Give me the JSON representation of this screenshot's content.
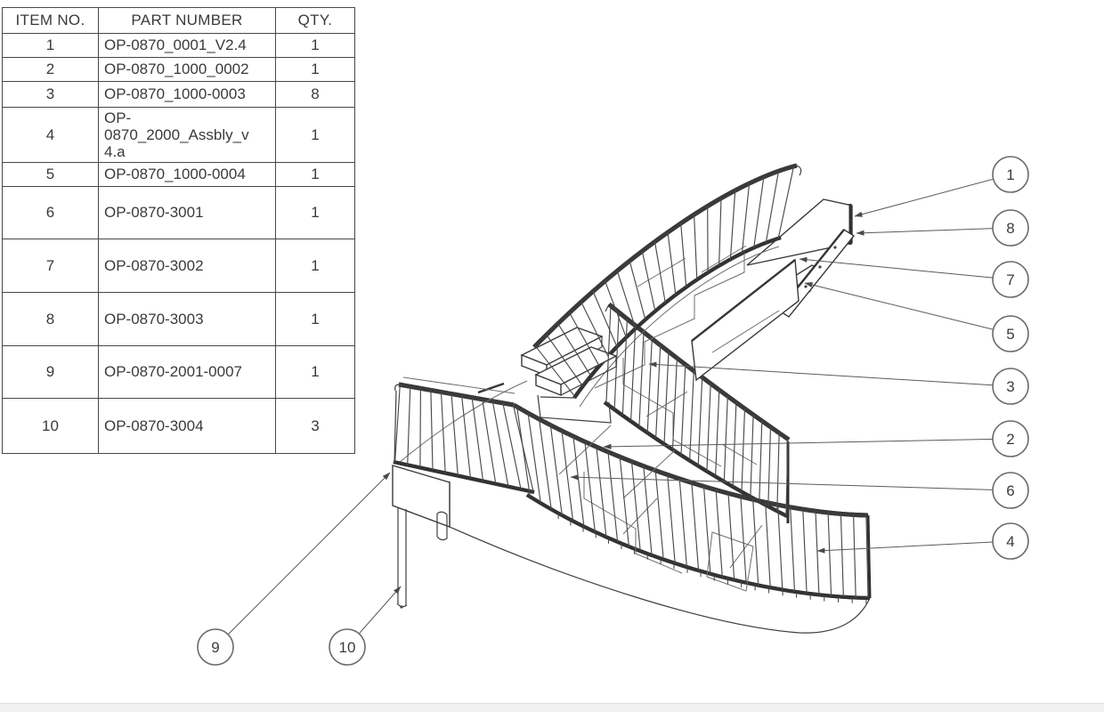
{
  "table": {
    "headers": [
      "ITEM NO.",
      "PART NUMBER",
      "QTY."
    ],
    "rows": [
      {
        "item": "1",
        "part": "OP-0870_0001_V2.4",
        "qty": "1"
      },
      {
        "item": "2",
        "part": "OP-0870_1000_0002",
        "qty": "1"
      },
      {
        "item": "3",
        "part": "OP-0870_1000-0003",
        "qty": "8"
      },
      {
        "item": "4",
        "part": "OP-\n0870_2000_Assbly_v\n4.a",
        "qty": "1"
      },
      {
        "item": "5",
        "part": "OP-0870_1000-0004",
        "qty": "1"
      },
      {
        "item": "6",
        "part": "OP-0870-3001",
        "qty": "1"
      },
      {
        "item": "7",
        "part": "OP-0870-3002",
        "qty": "1"
      },
      {
        "item": "8",
        "part": "OP-0870-3003",
        "qty": "1"
      },
      {
        "item": "9",
        "part": "OP-0870-2001-0007",
        "qty": "1"
      },
      {
        "item": "10",
        "part": "OP-0870-3004",
        "qty": "3"
      }
    ]
  },
  "balloons": [
    {
      "label": "1"
    },
    {
      "label": "8"
    },
    {
      "label": "7"
    },
    {
      "label": "5"
    },
    {
      "label": "3"
    },
    {
      "label": "2"
    },
    {
      "label": "6"
    },
    {
      "label": "4"
    },
    {
      "label": "9"
    },
    {
      "label": "10"
    }
  ],
  "colors": {
    "line": "#3f3f3f",
    "background": "#ffffff",
    "bottom_bar": "#f1f1f1"
  }
}
